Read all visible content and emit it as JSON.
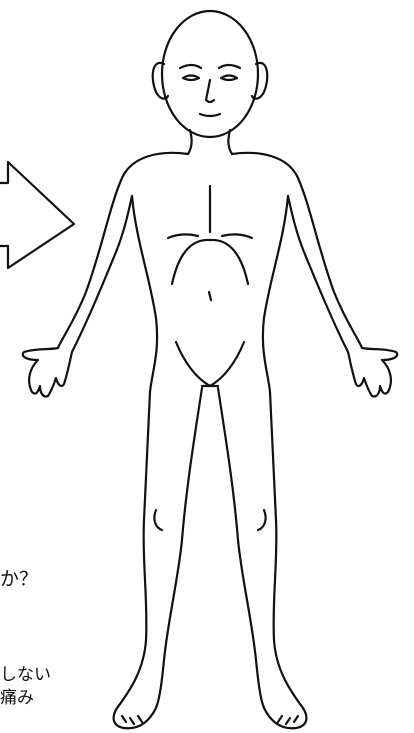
{
  "question_fragment": "か？",
  "option_fragments": [
    "しない",
    "痛み"
  ],
  "colors": {
    "outline": "#111111",
    "background": "#ffffff"
  },
  "icons": [
    "arrow-right-icon"
  ]
}
